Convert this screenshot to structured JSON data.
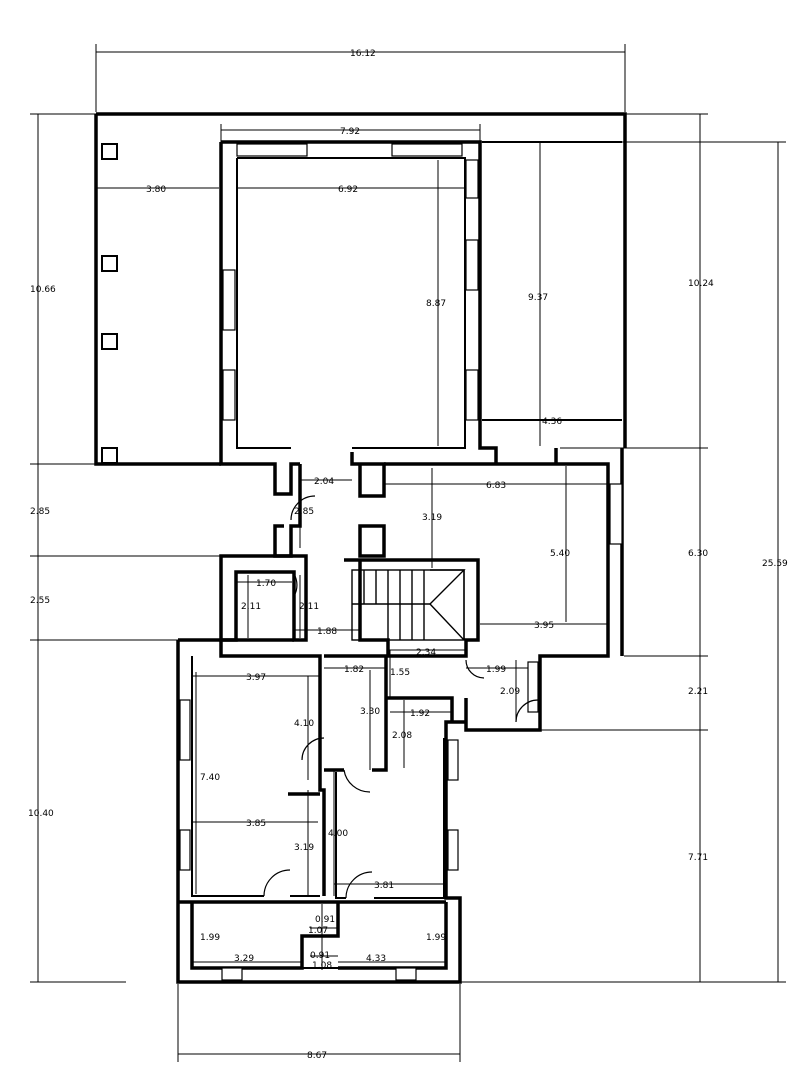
{
  "dimensions": {
    "overall_width_top": "16.12",
    "hall_width_outer": "7.92",
    "terrace_width": "3.80",
    "hall_width_inner": "6.92",
    "hall_depth": "8.87",
    "right_court_depth": "9.37",
    "right_court_width": "4.36",
    "left_height_top": "10.66",
    "right_height_top": "10.24",
    "total_height": "25.59",
    "corridor_width": "2.04",
    "living_width": "6.83",
    "living_depth_left": "3.19",
    "corridor_length": "2.85",
    "living_depth_right": "5.40",
    "right_mid_height": "6.30",
    "wc_width": "1.70",
    "wc_depth_left": "2.11",
    "wc_depth_right": "2.11",
    "left_mid_height": "2.55",
    "passage_width": "1.88",
    "living_bottom_width": "3.95",
    "stair_landing": "2.34",
    "passage_width_2": "1.82",
    "passage_depth": "1.55",
    "bath_width": "1.99",
    "bath_depth": "2.09",
    "right_lower_height": "2.21",
    "bedroom1_width": "3.97",
    "bedroom1_door_offset": "4.10",
    "hall2_depth": "3.30",
    "kitchen_width": "1.92",
    "kitchen_depth": "2.08",
    "left_bottom_height": "10.40",
    "bedroom1_depth": "7.40",
    "bedroom1_width_low": "3.85",
    "bedroom2_depth": "4.00",
    "bedroom1_lower_part": "3.19",
    "right_bottom_height": "7.71",
    "bedroom2_width": "3.81",
    "small_a": "0.91",
    "small_b": "1.07",
    "balcony_left_depth": "1.99",
    "balcony_right_depth": "1.99",
    "small_c": "0.91",
    "balcony_left_width": "3.29",
    "balcony_right_width": "4.33",
    "small_d": "1.08",
    "bottom_width": "8.67"
  }
}
